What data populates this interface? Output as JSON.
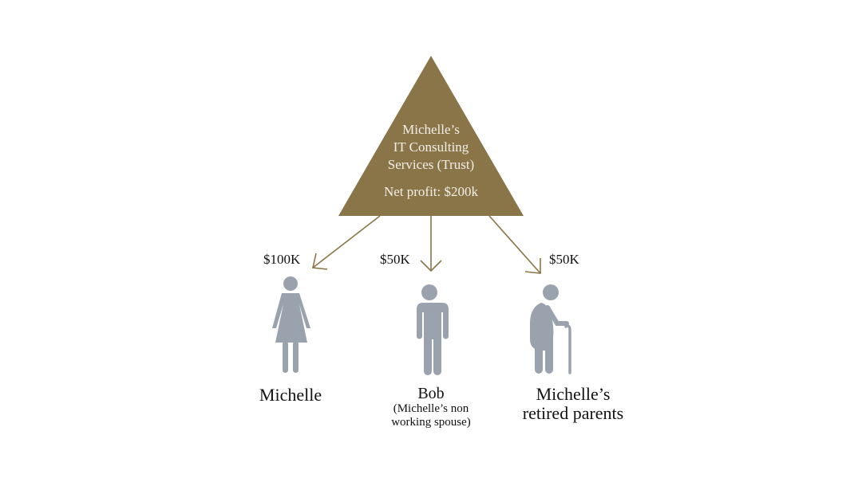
{
  "entity": {
    "name_lines": [
      "Michelle’s",
      "IT Consulting",
      "Services (Trust)"
    ],
    "net_profit": "Net profit: $200k"
  },
  "beneficiaries": [
    {
      "amount": "$100K",
      "name": "Michelle",
      "icon": "woman-icon"
    },
    {
      "amount": "$50K",
      "name": "Bob",
      "note_lines": [
        "(Michelle’s non",
        "working spouse)"
      ],
      "icon": "man-icon"
    },
    {
      "amount": "$50K",
      "name_lines": [
        "Michelle’s",
        "retired parents"
      ],
      "icon": "elderly-person-icon"
    }
  ],
  "colors": {
    "trust": "#8a7548",
    "arrow": "#8a7548",
    "person": "#9aa3ad"
  }
}
